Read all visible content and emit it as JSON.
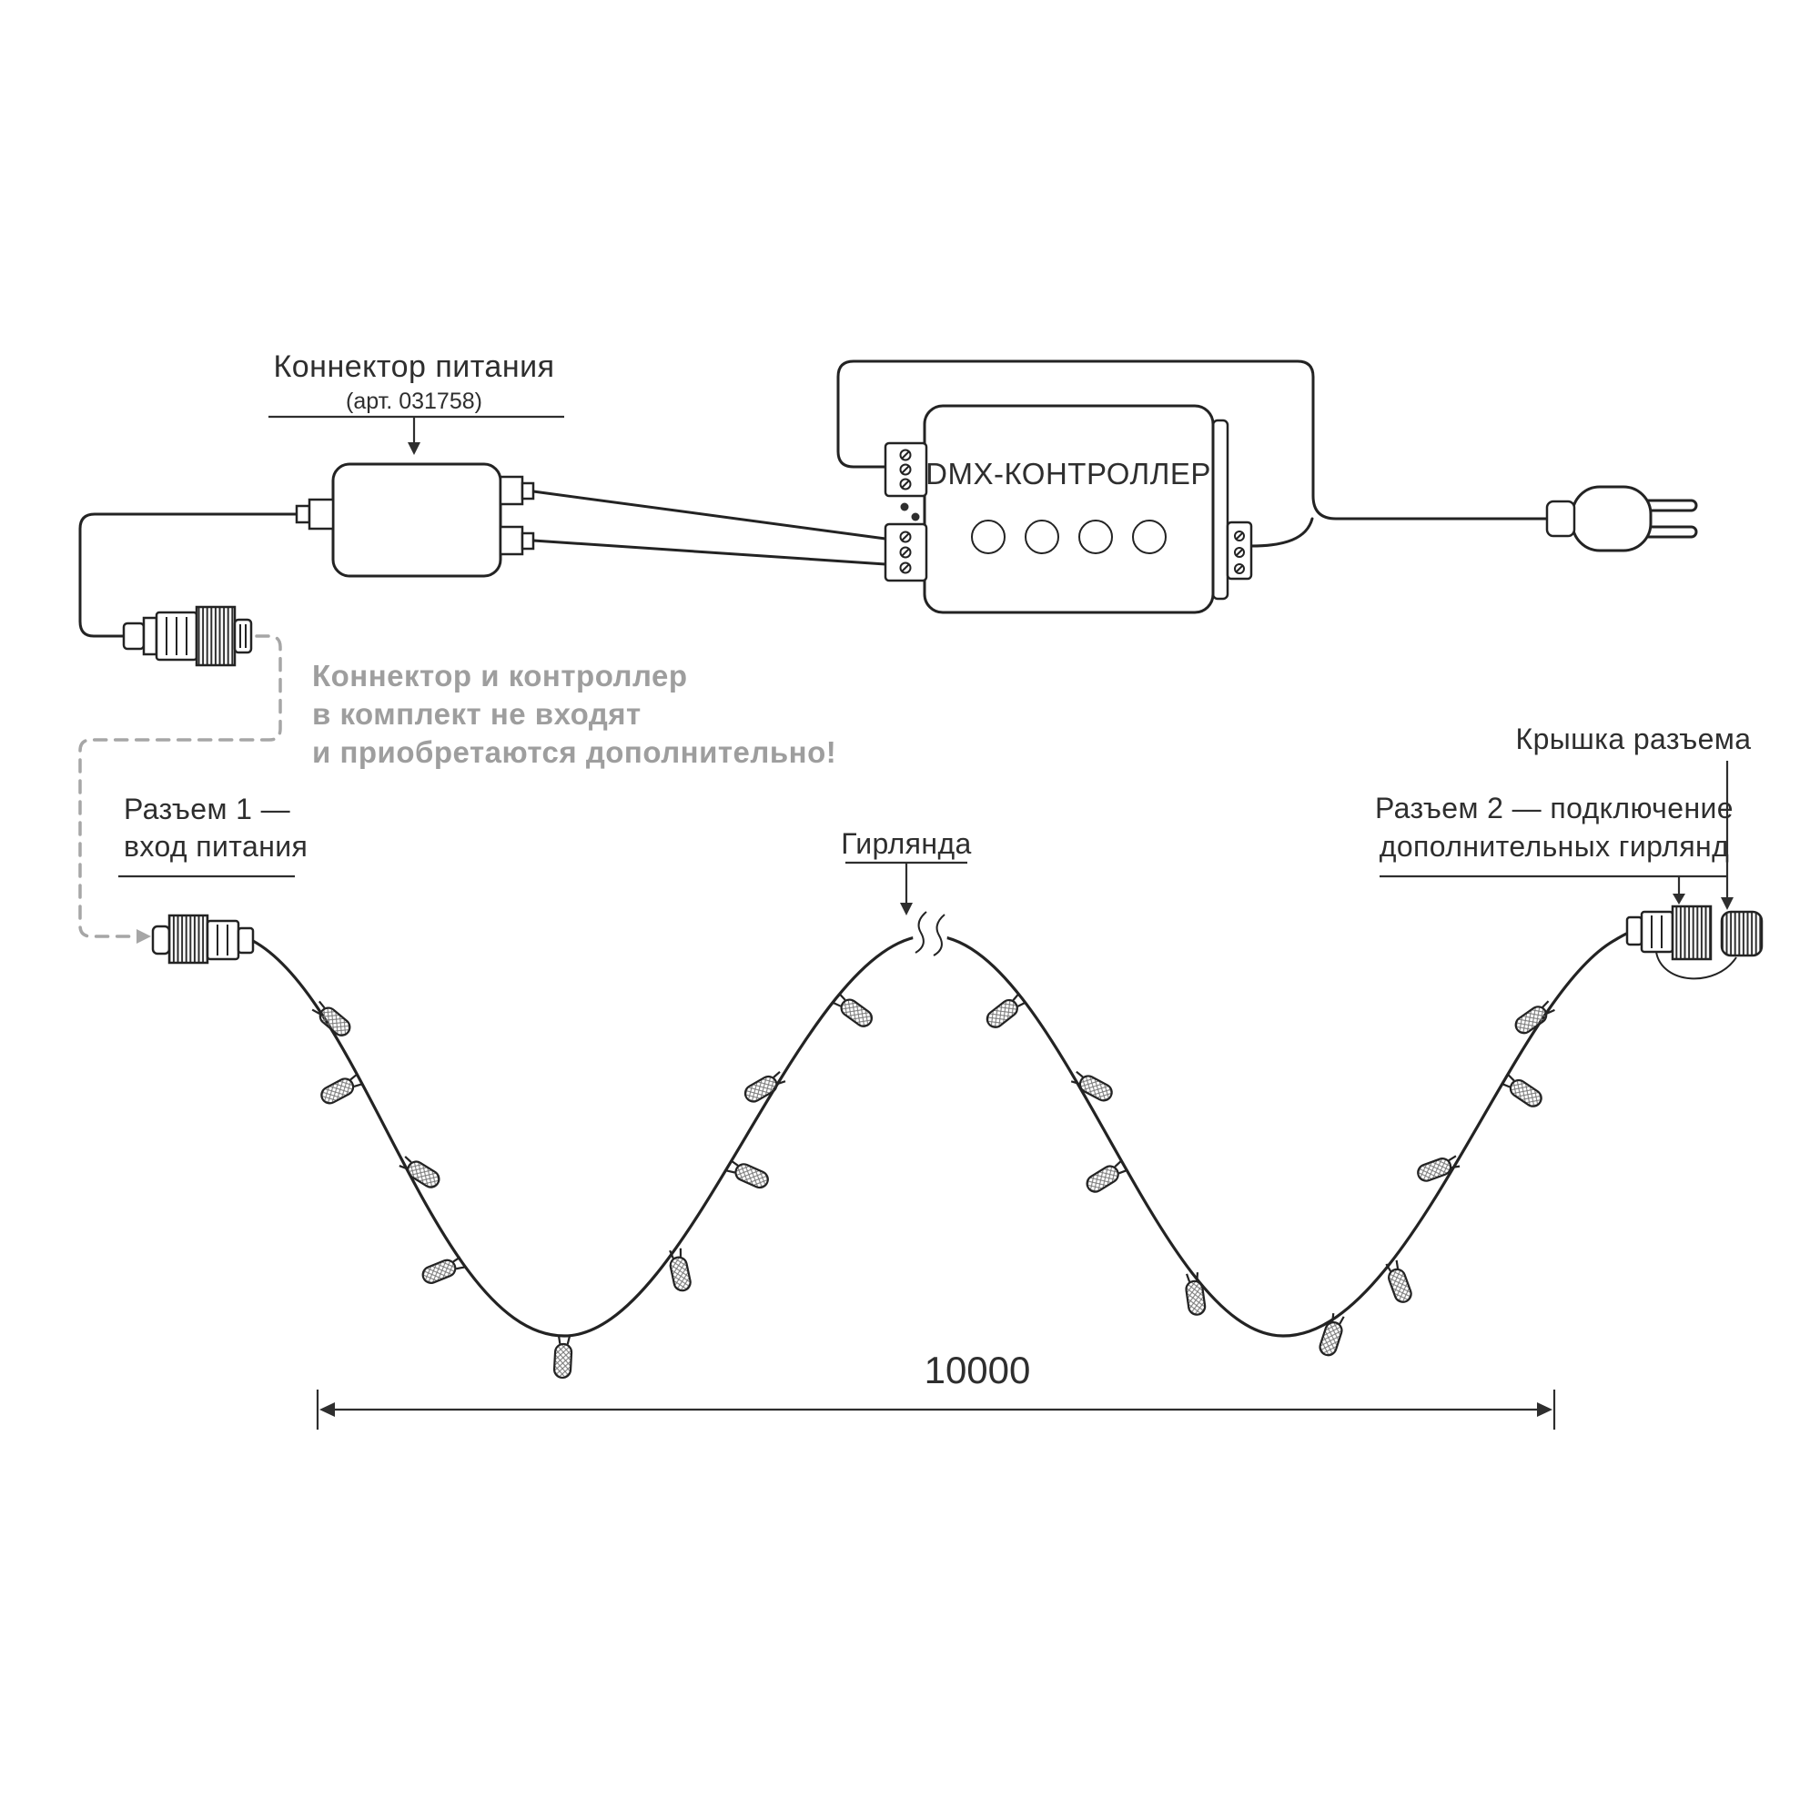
{
  "colors": {
    "line": "#232323",
    "muted": "#9e9e9e",
    "background": "#ffffff"
  },
  "labels": {
    "power_connector": "Коннектор питания",
    "power_connector_art": "(арт. 031758)",
    "dmx_controller": "DMX-КОНТРОЛЛЕР",
    "note1": "Коннектор и контроллер",
    "note2": "в комплект не входят",
    "note3": "и приобретаются дополнительно!",
    "connector1_1": "Разъем 1 —",
    "connector1_2": "вход питания",
    "garland": "Гирлянда",
    "connector2_1": "Разъем 2 — подключение",
    "connector2_2": "дополнительных гирлянд",
    "cap": "Крышка разъема",
    "dimension": "10000"
  }
}
